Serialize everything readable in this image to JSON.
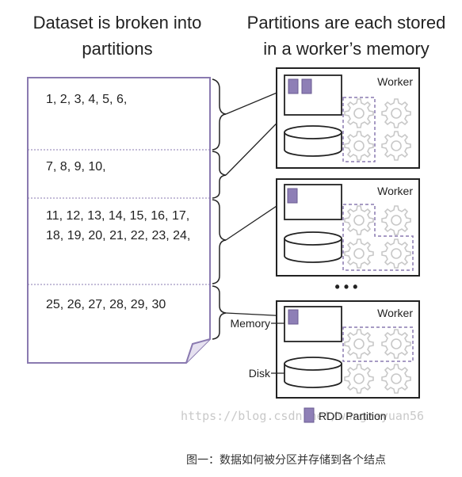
{
  "titles": {
    "left_line1": "Dataset is broken into",
    "left_line2": "partitions",
    "right_line1": "Partitions are each stored",
    "right_line2": "in a worker’s memory"
  },
  "partitions": [
    {
      "line1": "1, 2, 3, 4, 5, 6,",
      "line2": ""
    },
    {
      "line1": "7, 8, 9, 10,",
      "line2": ""
    },
    {
      "line1": "11, 12, 13, 14, 15, 16, 17,",
      "line2": "18, 19, 20, 21, 22, 23, 24,"
    },
    {
      "line1": "25, 26, 27, 28, 29, 30",
      "line2": ""
    }
  ],
  "workers": [
    {
      "label": "Worker"
    },
    {
      "label": "Worker"
    },
    {
      "label": "Worker"
    }
  ],
  "labels": {
    "memory": "Memory",
    "disk": "Disk",
    "ellipsis": "• • •"
  },
  "legend": {
    "label": "RDD Partition"
  },
  "watermark": "https://blog.csdn.net/wangzeyuan56",
  "caption": "图一：数据如何被分区并存储到各个结点",
  "colors": {
    "accent": "#8a7ab0",
    "partition_fill": "#8e7fb6",
    "line": "#222222",
    "gear": "#c8c8c8"
  },
  "icons": [
    "gear-icon",
    "cylinder-disk-icon",
    "rdd-partition-icon"
  ]
}
